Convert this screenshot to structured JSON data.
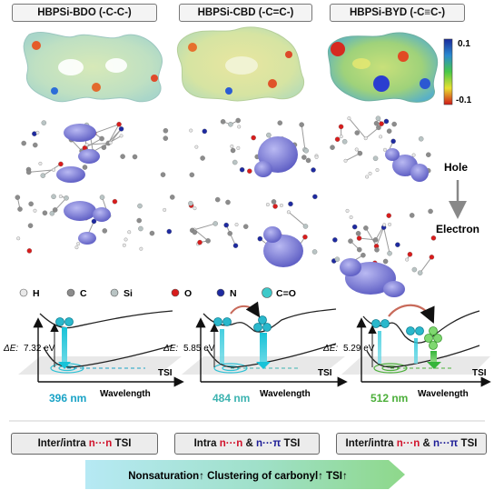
{
  "headers": [
    "HBPSi-BDO (-C-C-)",
    "HBPSi-CBD (-C=C-)",
    "HBPSi-BYD (-C≡C-)"
  ],
  "esp_scale": {
    "max": "0.1",
    "min": "-0.1"
  },
  "orbital_labels": {
    "hole": "Hole",
    "electron": "Electron"
  },
  "legend": [
    {
      "symbol": "H",
      "color": "#e9e9e9"
    },
    {
      "symbol": "C",
      "color": "#8c8c8c"
    },
    {
      "symbol": "Si",
      "color": "#b9c4c4"
    },
    {
      "symbol": "O",
      "color": "#d81c1c"
    },
    {
      "symbol": "N",
      "color": "#1e2aa0"
    },
    {
      "symbol": "C=O",
      "color": "#3ec9c9"
    }
  ],
  "panels": [
    {
      "delta_e_label": "ΔE:",
      "delta_e_value": "7.32 eV",
      "wavelength": "396 nm",
      "wavelength_color": "#1aa3c6",
      "tsi": "TSI",
      "axis": "Wavelength"
    },
    {
      "delta_e_label": "ΔE:",
      "delta_e_value": "5.85 eV",
      "wavelength": "484 nm",
      "wavelength_color": "#3cb3b0",
      "tsi": "TSI",
      "axis": "Wavelength"
    },
    {
      "delta_e_label": "ΔE:",
      "delta_e_value": "5.29 eV",
      "wavelength": "512 nm",
      "wavelength_color": "#4caf3a",
      "tsi": "TSI",
      "axis": "Wavelength"
    }
  ],
  "footers": [
    {
      "prefix": "Inter/intra ",
      "nn": "n···n",
      "amp": "",
      "npi": "",
      "suffix": " TSI"
    },
    {
      "prefix": "Intra ",
      "nn": "n···n",
      "amp": " & ",
      "npi": "n···π",
      "suffix": " TSI"
    },
    {
      "prefix": "Inter/intra ",
      "nn": "n···n",
      "amp": " & ",
      "npi": "n···π",
      "suffix": " TSI"
    }
  ],
  "trend_arrow": "Nonsaturation↑  Clustering of carbonyl↑ TSI↑",
  "colors": {
    "orbital": "#7a7ad6",
    "esp_red": "#e02020",
    "esp_blue": "#2a48d8",
    "arrow_cyan": "#22c2d6",
    "arrow_green": "#56c24c"
  }
}
